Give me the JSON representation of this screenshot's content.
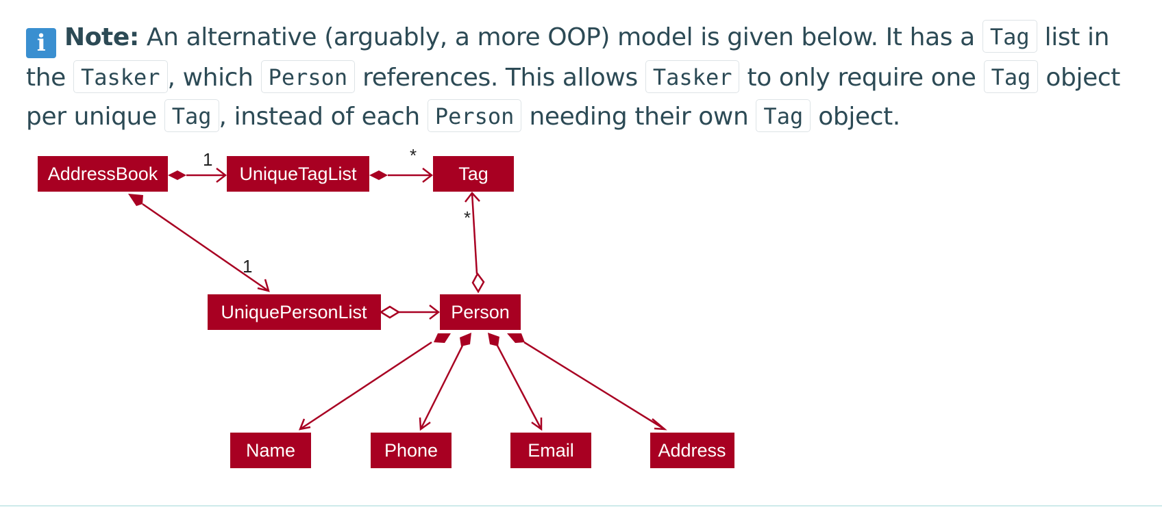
{
  "note": {
    "icon": "info-icon",
    "label": "Note:",
    "t1": " An alternative (arguably, a more OOP) model is given below. It has a ",
    "c1": "Tag",
    "t2": " list in the ",
    "c2": "Tasker",
    "t3": ", which ",
    "c3": "Person",
    "t4": " references. This allows ",
    "c4": "Tasker",
    "t5": " to only require one ",
    "c5": "Tag",
    "t6": " object per unique ",
    "c6": "Tag",
    "t7": ", instead of each ",
    "c7": "Person",
    "t8": " needing their own ",
    "c8": "Tag",
    "t9": " object."
  },
  "diagram": {
    "colors": {
      "box": "#a80022",
      "line": "#a80022",
      "label": "#ffffff"
    },
    "nodes": {
      "address_book": "AddressBook",
      "unique_tag_list": "UniqueTagList",
      "tag": "Tag",
      "unique_person_list": "UniquePersonList",
      "person": "Person",
      "name": "Name",
      "phone": "Phone",
      "email": "Email",
      "address": "Address"
    },
    "multiplicities": {
      "addressbook_to_taglist": "1",
      "taglist_to_tag": "*",
      "person_to_tag": "*",
      "addressbook_to_personlist": "1"
    }
  }
}
